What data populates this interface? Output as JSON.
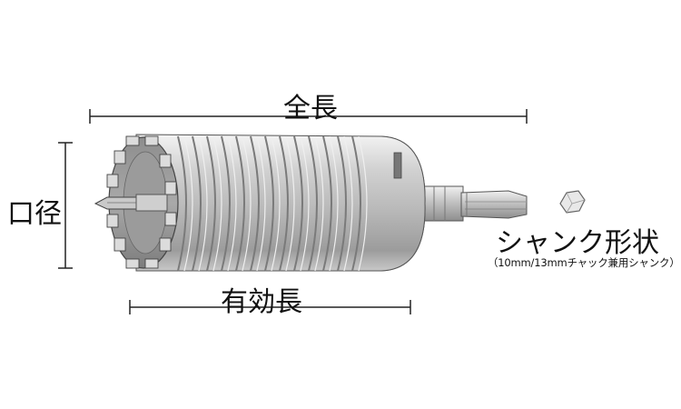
{
  "labels": {
    "total_length": "全長",
    "diameter": "口径",
    "effective_length": "有効長",
    "shank_shape": "シャンク形状",
    "shank_note": "（10mm/13mmチャック兼用シャンク）"
  },
  "icons": {
    "core_drill": "core-drill-icon",
    "shank_cross_section": "hexagon-icon"
  }
}
